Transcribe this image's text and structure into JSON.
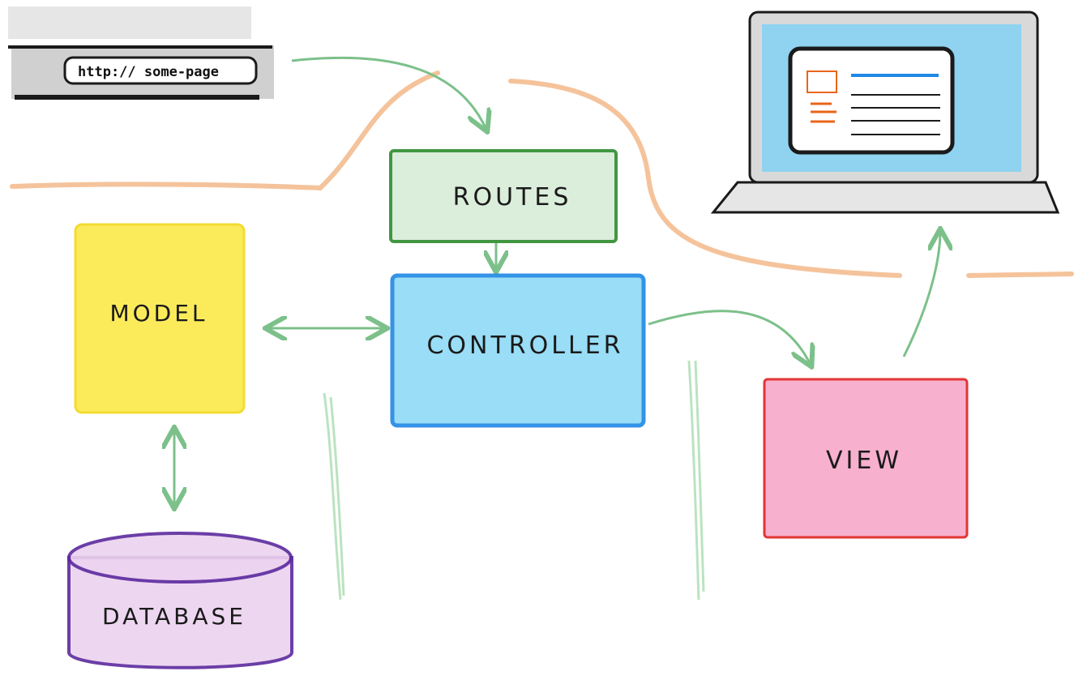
{
  "browser": {
    "url": "http:// some-page"
  },
  "nodes": {
    "routes": {
      "label": "ROUTES",
      "fill": "#d8ecd8",
      "stroke": "#2e8b2e"
    },
    "controller": {
      "label": "CONTROLLER",
      "fill": "#8fdaf6",
      "stroke": "#1e88e5"
    },
    "model": {
      "label": "MODEL",
      "fill": "#fbe94a",
      "stroke": "#f2d81c"
    },
    "database": {
      "label": "DATABASE",
      "fill": "#ecd3ef",
      "stroke": "#5b2a9e"
    },
    "view": {
      "label": "VIEW",
      "fill": "#f7a8c8",
      "stroke": "#e02020"
    }
  },
  "colors": {
    "arrow": "#7cc08a",
    "flow": "#f3b98a",
    "screen": "#8fd3f0",
    "laptop_body": "#d9d9d9",
    "accent_blue": "#1e88e5",
    "accent_orange": "#e8651a"
  },
  "icons": {
    "browser": "browser-address-bar-icon",
    "laptop": "laptop-icon"
  }
}
